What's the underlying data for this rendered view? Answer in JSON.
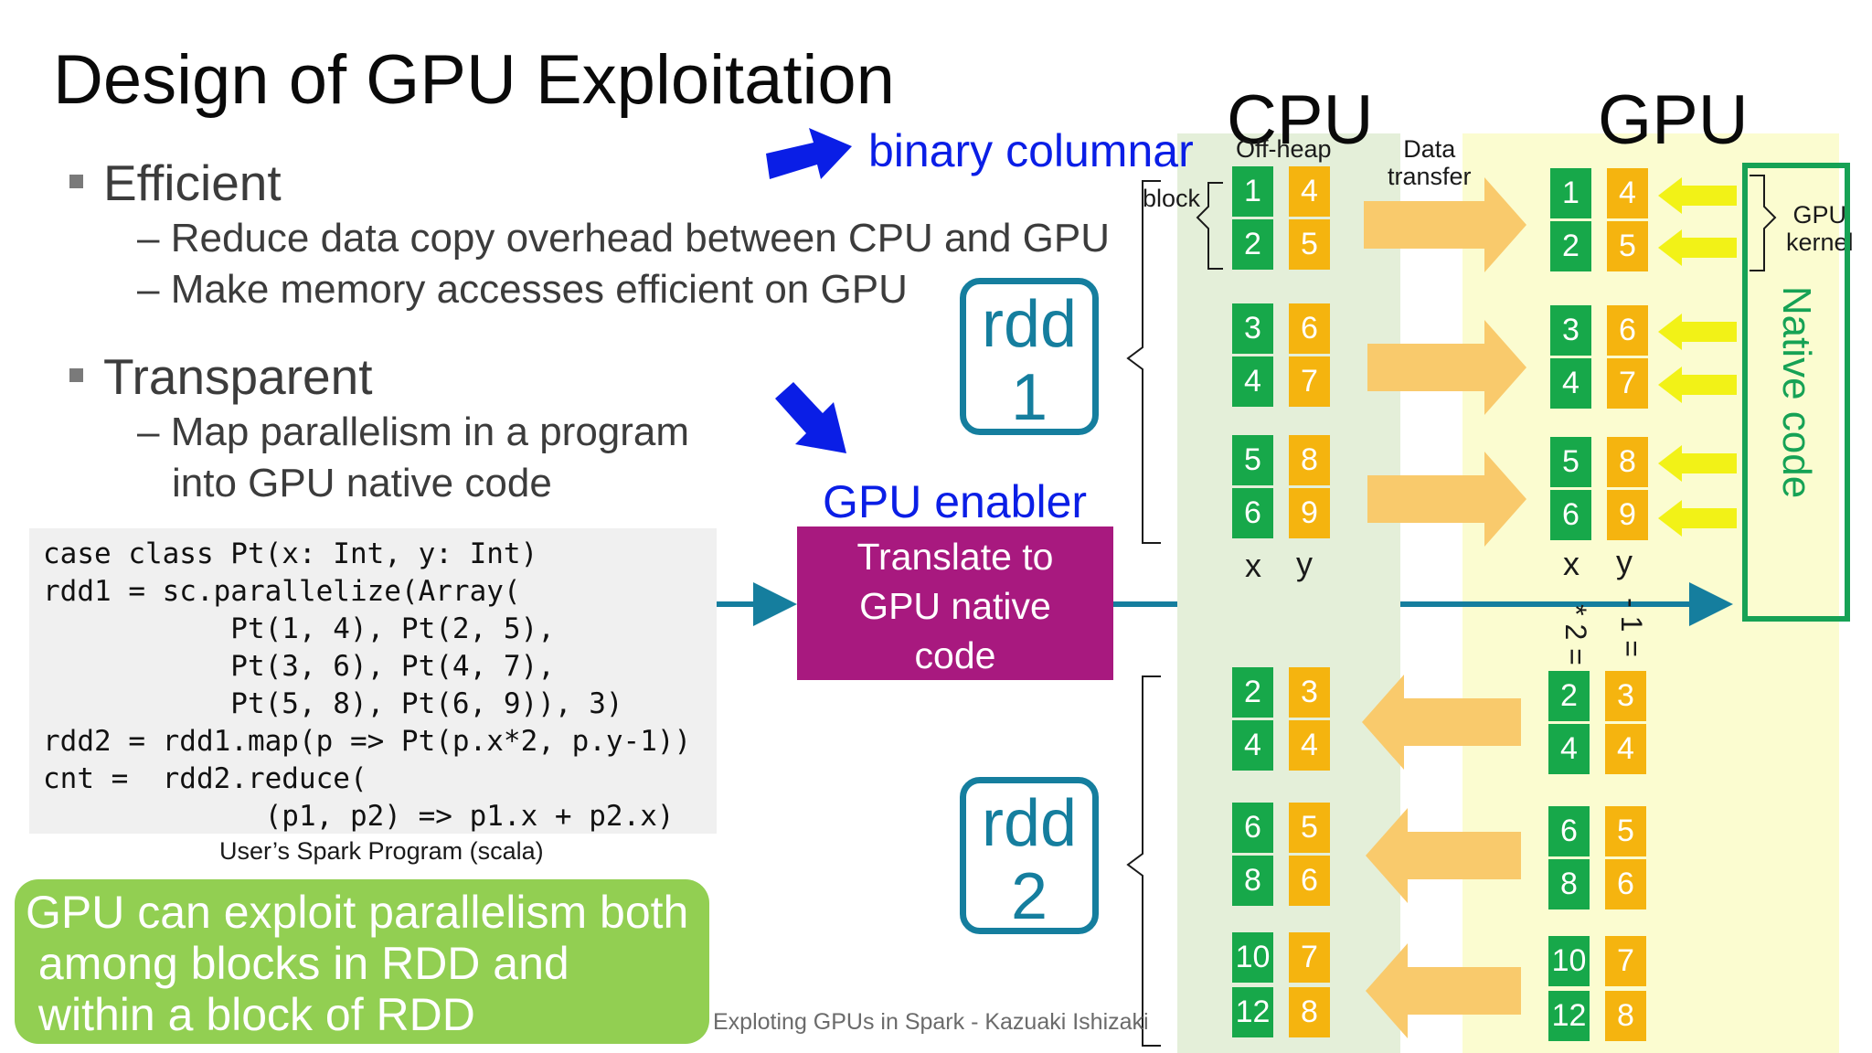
{
  "title": "Design of GPU Exploitation",
  "bullets": {
    "efficient": "Efficient",
    "efficient_subs": [
      "– Reduce data copy overhead between CPU and GPU",
      "– Make memory accesses efficient on GPU"
    ],
    "transparent": "Transparent",
    "transparent_subs": [
      "– Map parallelism in a program",
      "into GPU native code"
    ]
  },
  "annotations": {
    "binary_columnar": "binary columnar",
    "gpu_enabler": "GPU enabler"
  },
  "colors": {
    "accent_blue": "#0a1ee6",
    "teal": "#157e9e",
    "magenta": "#a8197f",
    "green": "#17a84a",
    "orange": "#f5b40f"
  },
  "code": {
    "lines": [
      "case class Pt(x: Int, y: Int)",
      "rdd1 = sc.parallelize(Array(",
      "           Pt(1, 4), Pt(2, 5),",
      "           Pt(3, 6), Pt(4, 7),",
      "           Pt(5, 8), Pt(6, 9)), 3)",
      "rdd2 = rdd1.map(p => Pt(p.x*2, p.y-1))",
      "cnt =  rdd2.reduce(",
      "             (p1, p2) => p1.x + p2.x)"
    ],
    "caption": "User’s Spark Program (scala)"
  },
  "callout": "GPU can exploit parallelism both\n among blocks in RDD and\n within a block of RDD",
  "translate_box": "Translate to\nGPU native\ncode",
  "diagram": {
    "cpu_label": "CPU",
    "gpu_label": "GPU",
    "off_heap": "Off-heap",
    "data_transfer": "Data\ntransfer",
    "block_label": "block",
    "gpu_kernel": "GPU\nkernel",
    "native_code": "Native code",
    "rdd1": {
      "name": "rdd",
      "num": "1"
    },
    "rdd2": {
      "name": "rdd",
      "num": "2"
    },
    "x_label": "x",
    "y_label": "y",
    "x_op": "* 2 =",
    "y_op": "- 1 =",
    "rdd1_x": [
      "1",
      "2",
      "3",
      "4",
      "5",
      "6"
    ],
    "rdd1_y": [
      "4",
      "5",
      "6",
      "7",
      "8",
      "9"
    ],
    "rdd2_x": [
      "2",
      "4",
      "6",
      "8",
      "10",
      "12"
    ],
    "rdd2_y": [
      "3",
      "4",
      "5",
      "6",
      "7",
      "8"
    ]
  },
  "footer": "Exploting GPUs in Spark - Kazuaki Ishizaki"
}
